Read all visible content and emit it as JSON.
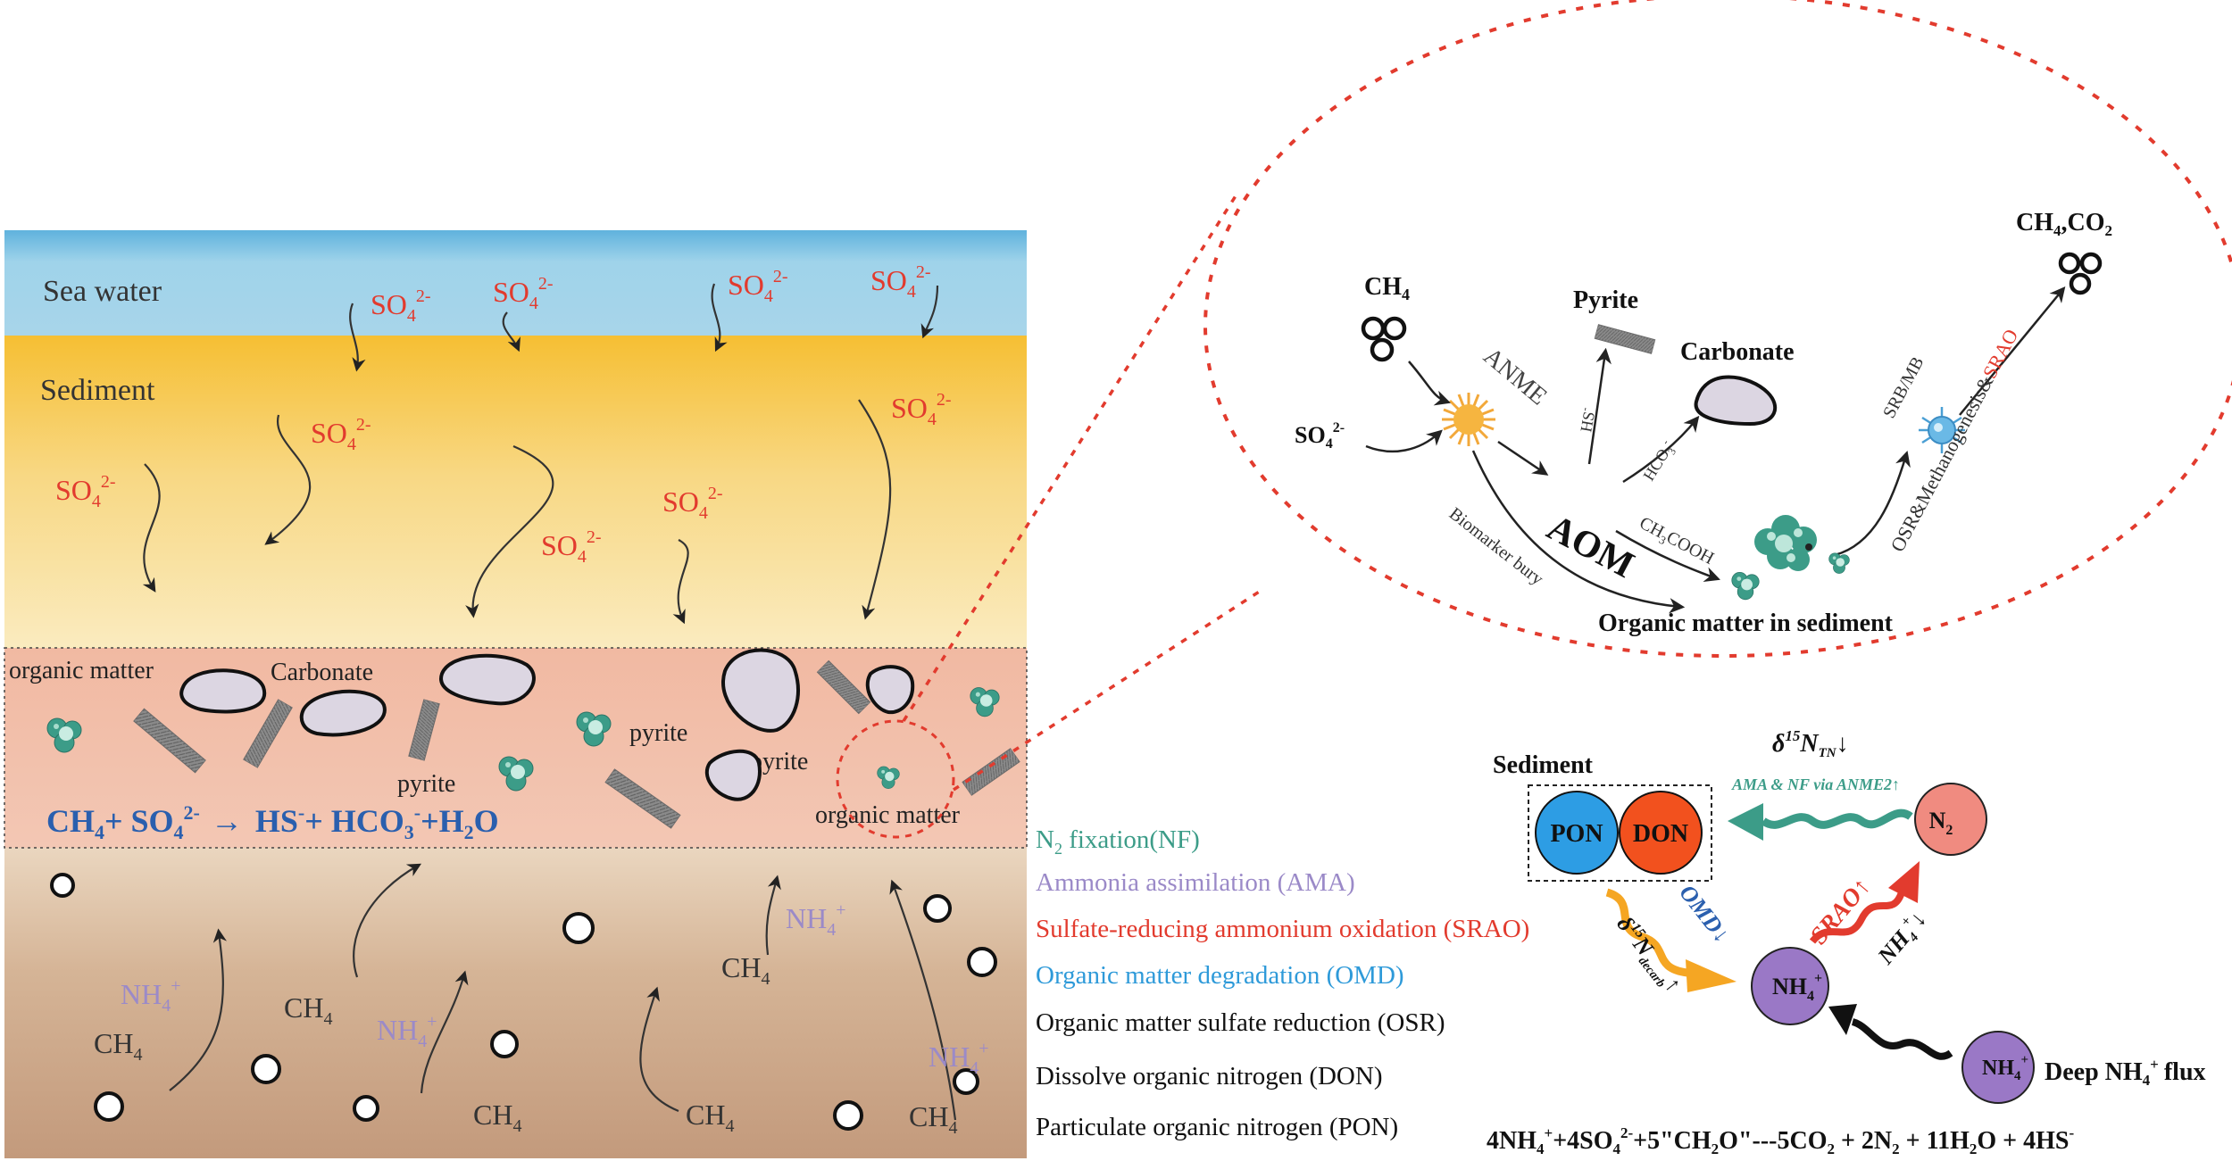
{
  "colors": {
    "seawater": "#8fcbe8",
    "sediment_top": "#f6c03c",
    "sediment_bottom": "#f8e6b0",
    "organic_layer": "#f2c2ad",
    "deep_top": "#e6d0b7",
    "deep_bottom": "#c49a7c",
    "red": "#e23b2e",
    "purple": "#9b8ac8",
    "teal": "#3c9c88",
    "orange": "#f5a623",
    "blue_eq": "#2a5fae"
  },
  "left": {
    "sea_water": "Sea water",
    "sediment": "Sediment",
    "so4": "SO",
    "so4_sub": "4",
    "so4_sup": "2-",
    "nh4": "NH",
    "nh4_sub": "4",
    "nh4_sup": "+",
    "ch4": "CH",
    "ch4_sub": "4",
    "organic_matter": "organic matter",
    "carbonate": "Carbonate",
    "pyrite": "pyrite",
    "equation": {
      "ch4": "CH",
      "sub4": "4",
      "plus_so4": "+ SO",
      "sup2": "2-",
      "arrow": "→",
      "hs": "HS",
      "minus": "-",
      "plus_hco3": "+ HCO",
      "sub3": "3",
      "plus_h2o": "+H",
      "sub2": "2",
      "o": "O"
    }
  },
  "zoom": {
    "ch4": "CH",
    "ch4_sub": "4",
    "so4": "SO",
    "so4_sub": "4",
    "so4_sup": "2-",
    "anme": "ANME",
    "aom": "AOM",
    "pyrite": "Pyrite",
    "carbonate": "Carbonate",
    "hs": "HS",
    "hs_sup": "-",
    "hco3": "HCO",
    "hco3_sub": "3",
    "hco3_sup": "-",
    "ch3cooh_a": "CH",
    "ch3cooh_sub": "3",
    "ch3cooh_b": "COOH",
    "biomarker": "Biomarker bury",
    "organic_matter": "Organic matter in sediment",
    "srb": "SRB/MB",
    "osr_a": "OSR&Methanogenesis&",
    "osr_b": "SRAO",
    "products": "CH",
    "products_sub": "4",
    "products_b": ",CO",
    "products_sub2": "2"
  },
  "legend": {
    "nf_a": "N",
    "nf_sub": "2",
    "nf_b": " fixation(NF)",
    "ama": "Ammonia  assimilation (AMA)",
    "srao": "Sulfate-reducing ammonium oxidation (SRAO)",
    "omd": "Organic matter degradation (OMD)",
    "osr": "Organic matter sulfate reduction (OSR)",
    "don": "Dissolve organic nitrogen (DON)",
    "pon": "Particulate organic nitrogen (PON)"
  },
  "nitrogen": {
    "sediment": "Sediment",
    "pon": "PON",
    "don": "DON",
    "n2": "N",
    "n2_sub": "2",
    "nh4": "NH",
    "nh4_sub": "4",
    "nh4_sup": "+",
    "delta_tn_a": "δ",
    "delta_tn_sup": "15",
    "delta_tn_b": "N",
    "delta_tn_sub": "TN",
    "delta_tn_arrow": "↓",
    "ama_nf": "AMA & NF via ANME2↑",
    "srao": "SRAO↑",
    "omd": "OMD↓",
    "delta_decarb_a": "δ",
    "delta_decarb_sup": "15",
    "delta_decarb_b": "N",
    "delta_decarb_sub": "decarb",
    "delta_decarb_arrow": "↑",
    "nh4_down": "↓",
    "deep_flux_a": "Deep NH",
    "deep_flux_sub": "4",
    "deep_flux_sup": "+",
    "deep_flux_b": "flux",
    "reaction": {
      "a": "4NH",
      "sub1": "4",
      "sup1": "+",
      "b": "+4SO",
      "sub2": "4",
      "sup2": "2-",
      "c": "+5\"CH",
      "sub3": "2",
      "d": "O\"---5CO",
      "sub4": "2",
      "e": " + 2N",
      "sub5": "2",
      "f": " + 11H",
      "sub6": "2",
      "g": "O + 4HS",
      "sup7": "-"
    }
  }
}
